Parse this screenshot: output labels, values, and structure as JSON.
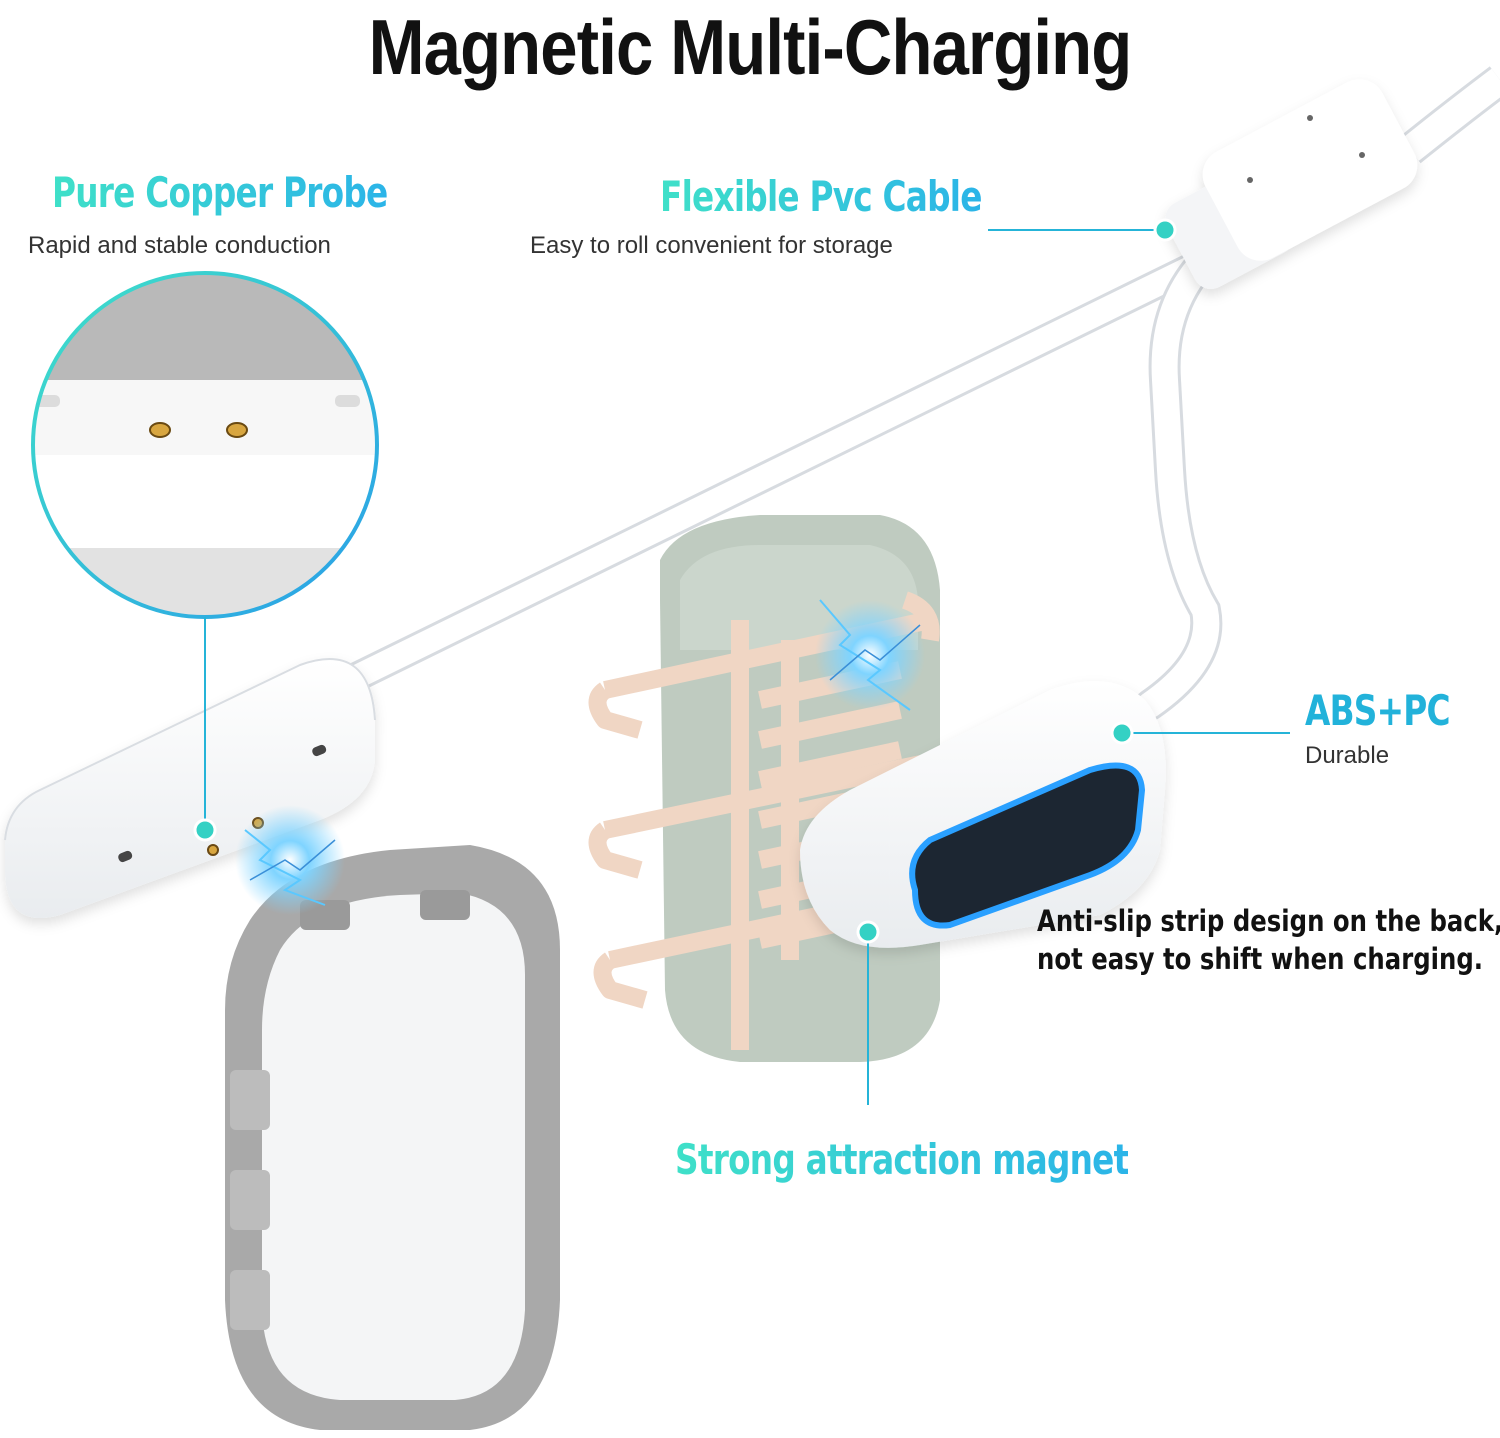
{
  "title": "Magnetic Multi-Charging",
  "callouts": {
    "copper_probe": {
      "heading": "Pure Copper Probe",
      "text": "Rapid and stable conduction"
    },
    "pvc_cable": {
      "heading": "Flexible Pvc Cable",
      "text": "Easy to roll convenient for storage"
    },
    "abs_pc": {
      "heading": "ABS+PC",
      "text": "Durable"
    },
    "anti_slip": {
      "text": "Anti-slip strip design on the back, not easy to shift when charging."
    },
    "magnet": {
      "heading": "Strong attraction magnet"
    }
  },
  "colors": {
    "accent_teal": "#3fe0c8",
    "accent_blue": "#22b2da",
    "cable_white": "#ffffff",
    "device_gray": "#a9a9a9",
    "device_green": "#bfcbc0",
    "holder_peach": "#f0d6c4"
  }
}
